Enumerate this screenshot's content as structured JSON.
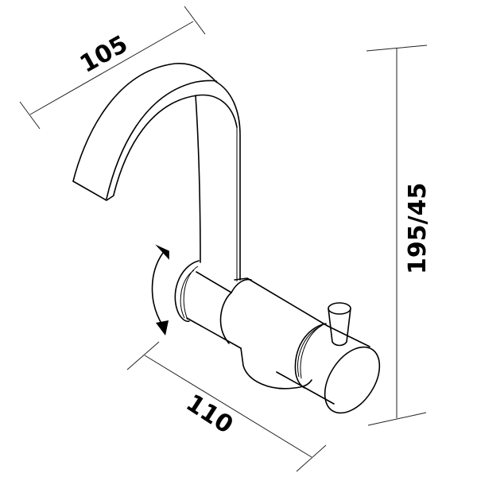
{
  "diagram": {
    "subject": "Faucet with swivel spout and side lever - dimension drawing",
    "dimensions": {
      "spout_reach": "105",
      "body_length": "110",
      "height": "195/45"
    },
    "annotations": {
      "swivel_arrow": "rotation-arrow"
    },
    "colors": {
      "line": "#000000",
      "background": "#ffffff"
    }
  }
}
